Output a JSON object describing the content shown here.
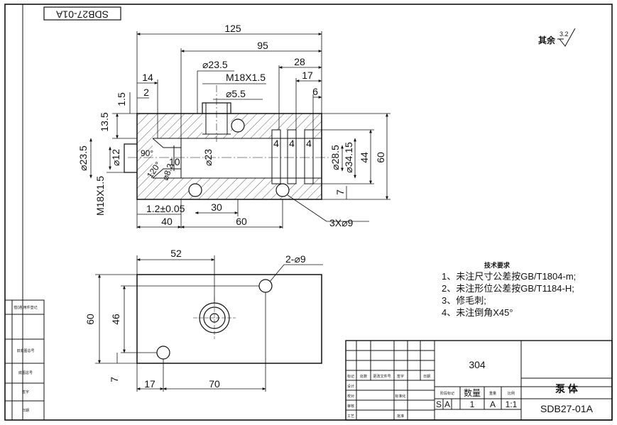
{
  "drawing_number": "SDB27-01A",
  "roughness": {
    "label": "其余",
    "value": "3.2"
  },
  "front_view": {
    "dims": {
      "overall_length": "125",
      "len_95": "95",
      "len_28": "28",
      "len_17": "17",
      "len_6": "6",
      "dia_23_5_top": "⌀23.5",
      "thread_top": "M18X1.5",
      "dia_5_5": "⌀5.5",
      "len_14": "14",
      "len_2": "2",
      "h_1_5": "1.5",
      "h_13_5": "13.5",
      "dia_23_5_left": "⌀23.5",
      "dia_12": "⌀12",
      "angle_90": "90°",
      "angle_120": "120°",
      "dia_8_2": "⌀8.2",
      "len_10": "10",
      "dia_23": "⌀23",
      "groove_a": "4",
      "groove_b": "4",
      "groove_c": "4",
      "dia_28_5": "⌀28.5",
      "dia_34_15": "⌀34.15",
      "h_44": "44",
      "h_60": "60",
      "h_7": "7",
      "thread_left": "M18X1.5",
      "len_1_2": "1.2±0.05",
      "len_30": "30",
      "len_40": "40",
      "len_60": "60",
      "holes": "3X⌀9"
    }
  },
  "plan_view": {
    "dims": {
      "len_52": "52",
      "holes": "2-⌀9",
      "h_60": "60",
      "h_46": "46",
      "h_7": "7",
      "len_17": "17",
      "len_70": "70"
    }
  },
  "tech_requirements": {
    "title": "技术要求",
    "items": [
      "1、未注尺寸公差按GB/T1804-m;",
      "2、未注形位公差按GB/T1184-H;",
      "3、修毛刺;",
      "4、未注倒角X45°"
    ]
  },
  "left_strip": {
    "cells": [
      "借(通)用件登记",
      "旧底图总号",
      "底图总号",
      "签字",
      "日期"
    ]
  },
  "title_block": {
    "material": "304",
    "part_name": "泵 体",
    "drawing_no": "SDB27-01A",
    "change_headers": [
      "标记",
      "处数",
      "更改文件号",
      "签字",
      "日期"
    ],
    "role_labels": [
      "设计",
      "校对",
      "审核",
      "工艺",
      "标准化",
      "批准"
    ],
    "stage_label": "阶段标记",
    "weight_label": "重量",
    "scale_label": "比例",
    "quantity_label": "数量",
    "stage_cells": [
      "S",
      "A"
    ],
    "quantity_value": "1",
    "weight_value": "A",
    "scale_value": "1:1"
  }
}
